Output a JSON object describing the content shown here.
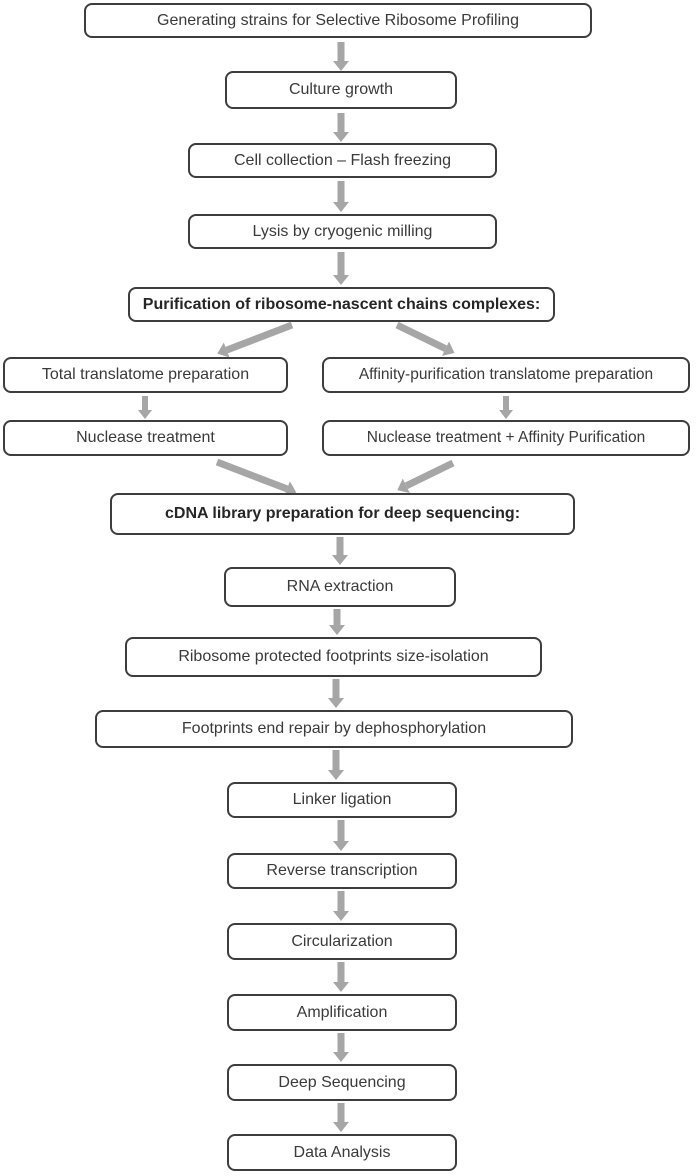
{
  "flowchart": {
    "nodes": [
      {
        "id": "generating-strains",
        "label": "Generating strains for Selective Ribosome Profiling",
        "emphasis": false
      },
      {
        "id": "culture-growth",
        "label": "Culture growth",
        "emphasis": false
      },
      {
        "id": "cell-collection",
        "label": "Cell collection – Flash freezing",
        "emphasis": false
      },
      {
        "id": "lysis",
        "label": "Lysis by cryogenic milling",
        "emphasis": false
      },
      {
        "id": "purification-header",
        "label": "Purification of ribosome-nascent chains complexes:",
        "emphasis": true
      },
      {
        "id": "total-translatome",
        "label": "Total translatome preparation",
        "emphasis": false
      },
      {
        "id": "affinity-translatome",
        "label": "Affinity-purification translatome preparation",
        "emphasis": false
      },
      {
        "id": "nuclease-treatment",
        "label": "Nuclease treatment",
        "emphasis": false
      },
      {
        "id": "nuclease-affinity",
        "label": "Nuclease treatment + Affinity Purification",
        "emphasis": false
      },
      {
        "id": "cdna-library-header",
        "label": "cDNA library preparation for deep sequencing:",
        "emphasis": true
      },
      {
        "id": "rna-extraction",
        "label": "RNA extraction",
        "emphasis": false
      },
      {
        "id": "footprints-size-isolation",
        "label": "Ribosome protected footprints size-isolation",
        "emphasis": false
      },
      {
        "id": "end-repair",
        "label": "Footprints end repair by dephosphorylation",
        "emphasis": false
      },
      {
        "id": "linker-ligation",
        "label": "Linker ligation",
        "emphasis": false
      },
      {
        "id": "reverse-transcription",
        "label": "Reverse transcription",
        "emphasis": false
      },
      {
        "id": "circularization",
        "label": "Circularization",
        "emphasis": false
      },
      {
        "id": "amplification",
        "label": "Amplification",
        "emphasis": false
      },
      {
        "id": "deep-sequencing",
        "label": "Deep Sequencing",
        "emphasis": false
      },
      {
        "id": "data-analysis",
        "label": "Data Analysis",
        "emphasis": false
      }
    ],
    "edges": [
      {
        "from": "generating-strains",
        "to": "culture-growth"
      },
      {
        "from": "culture-growth",
        "to": "cell-collection"
      },
      {
        "from": "cell-collection",
        "to": "lysis"
      },
      {
        "from": "lysis",
        "to": "purification-header"
      },
      {
        "from": "purification-header",
        "to": "total-translatome"
      },
      {
        "from": "purification-header",
        "to": "affinity-translatome"
      },
      {
        "from": "total-translatome",
        "to": "nuclease-treatment"
      },
      {
        "from": "affinity-translatome",
        "to": "nuclease-affinity"
      },
      {
        "from": "nuclease-treatment",
        "to": "cdna-library-header"
      },
      {
        "from": "nuclease-affinity",
        "to": "cdna-library-header"
      },
      {
        "from": "cdna-library-header",
        "to": "rna-extraction"
      },
      {
        "from": "rna-extraction",
        "to": "footprints-size-isolation"
      },
      {
        "from": "footprints-size-isolation",
        "to": "end-repair"
      },
      {
        "from": "end-repair",
        "to": "linker-ligation"
      },
      {
        "from": "linker-ligation",
        "to": "reverse-transcription"
      },
      {
        "from": "reverse-transcription",
        "to": "circularization"
      },
      {
        "from": "circularization",
        "to": "amplification"
      },
      {
        "from": "amplification",
        "to": "deep-sequencing"
      },
      {
        "from": "deep-sequencing",
        "to": "data-analysis"
      }
    ]
  },
  "colors": {
    "background": "#ffffff",
    "box_border": "#3d3d3d",
    "text": "#3a3a3a",
    "arrow": "#a6a6a6"
  }
}
